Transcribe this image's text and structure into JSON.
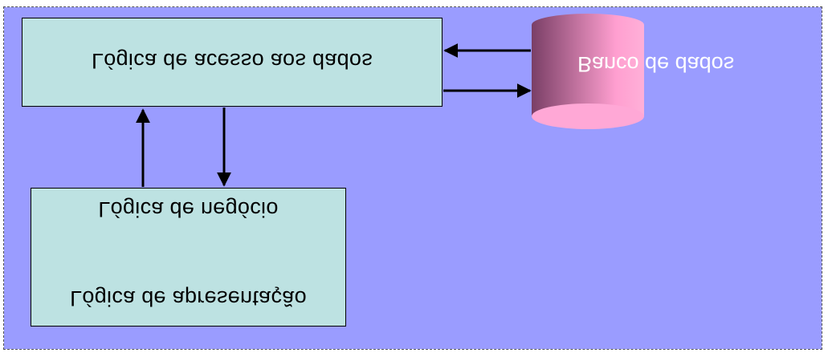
{
  "diagram": {
    "access_layer": {
      "label": "Lógica de acesso aos dados"
    },
    "business_layer": {
      "label": "Lógica de negócio",
      "presentation_label": "Lógica de apresentação"
    },
    "database": {
      "label": "Banco de dados"
    }
  },
  "colors": {
    "background": "#9a9cff",
    "box_fill": "#bde2e2",
    "db_dark": "#7a3f66",
    "db_light": "#ff9fd0",
    "db_top": "#ffb0d8",
    "db_bottom": "#ffa8d6",
    "arrow": "#000000"
  }
}
